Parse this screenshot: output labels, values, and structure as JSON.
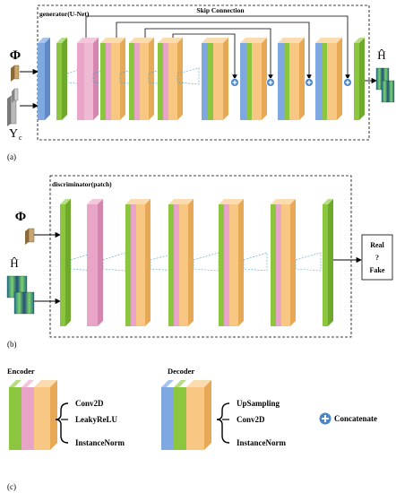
{
  "panel_a": {
    "caption": "(a)",
    "title": "generator(U-Net)",
    "skip_label": "Skip Connection",
    "input_phi": "Φ",
    "input_y": "Y",
    "input_y_sub": "c",
    "output_h": "Ĥ"
  },
  "panel_b": {
    "caption": "(b)",
    "title": "discriminator(patch)",
    "input_phi": "Φ",
    "input_h": "Ĥ",
    "output_lines": [
      "Real",
      "?",
      "Fake"
    ]
  },
  "panel_c": {
    "caption": "(c)",
    "encoder_title": "Encoder",
    "encoder_layers": [
      "Conv2D",
      "LeakyReLU",
      "InstanceNorm"
    ],
    "decoder_title": "Decoder",
    "decoder_layers": [
      "UpSampling",
      "Conv2D",
      "InstanceNorm"
    ],
    "concat_label": "Concatenate"
  },
  "colors": {
    "green": "#8cc63f",
    "pink": "#e8a5c8",
    "orange": "#f9c784",
    "blue": "#7fa7e0",
    "concat": "#4a86c8",
    "tan": "#c8a46e",
    "gray": "#b9b9b9"
  }
}
